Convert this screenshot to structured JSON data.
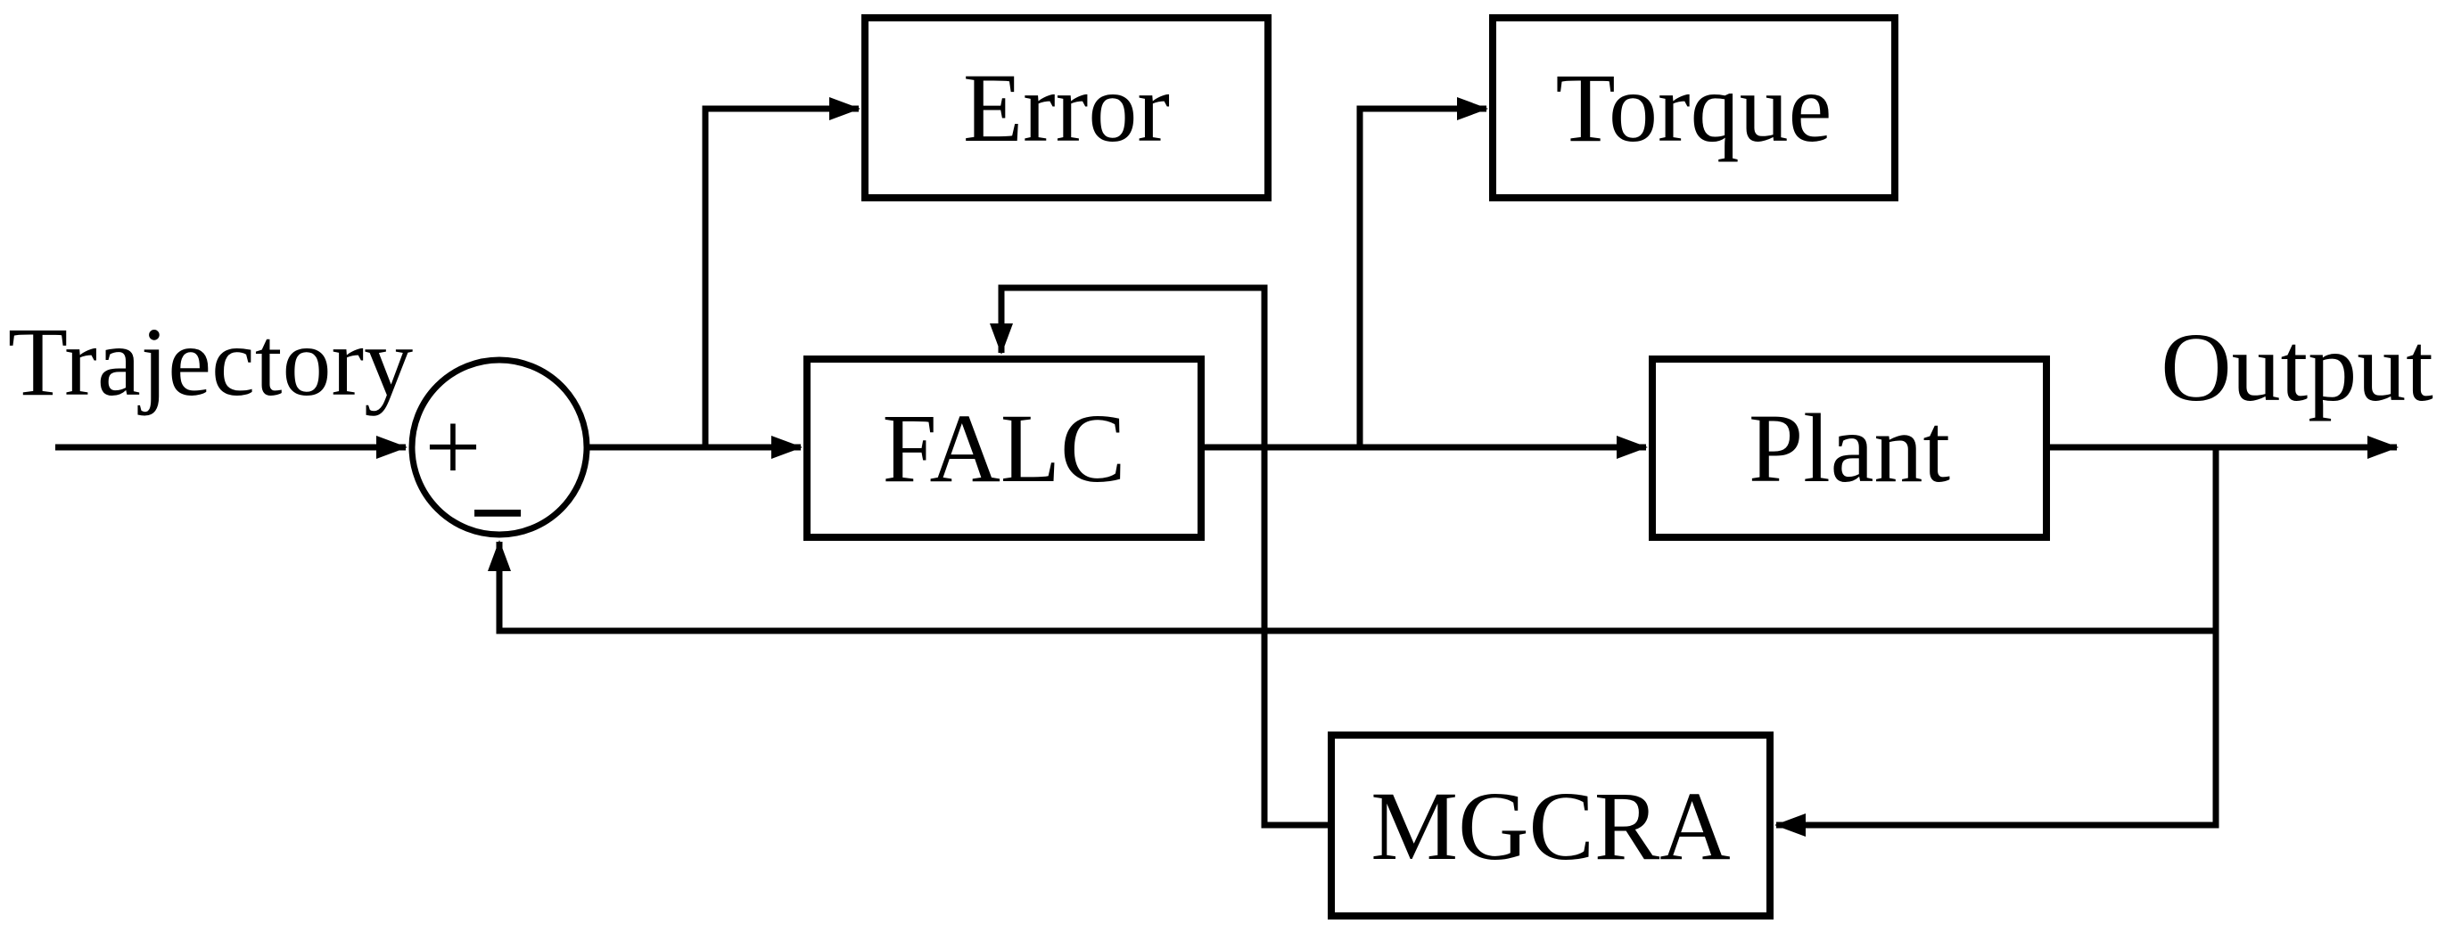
{
  "figure": {
    "type": "control-system-block-diagram",
    "background_color": "#ffffff",
    "stroke_color": "#000000",
    "labels": {
      "trajectory": "Trajectory",
      "output": "Output"
    },
    "blocks": {
      "error": "Error",
      "torque": "Torque",
      "falc": "FALC",
      "plant": "Plant",
      "mgcra": "MGCRA"
    },
    "summing_junction": {
      "plus_sign": "+",
      "minus_sign": "−"
    }
  }
}
